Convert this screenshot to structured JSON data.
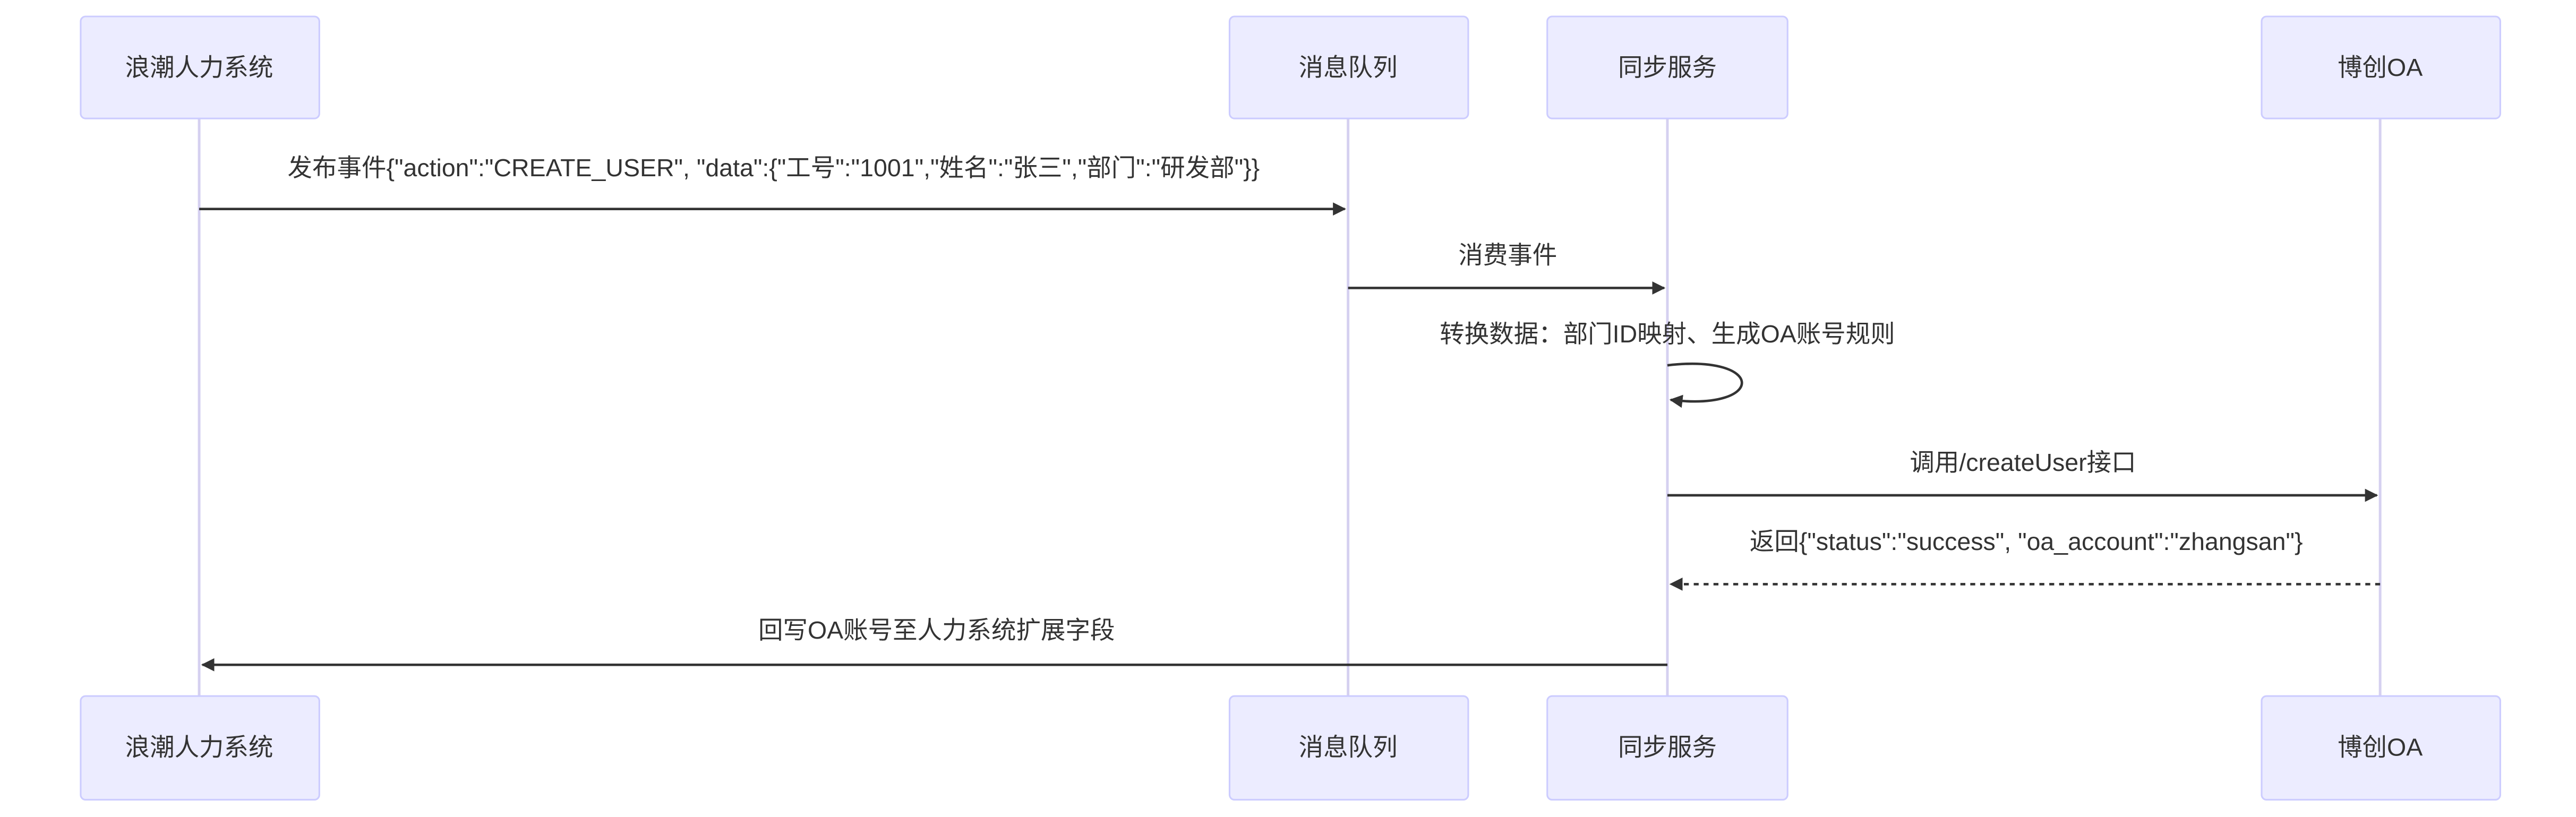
{
  "actors": [
    {
      "id": "hr",
      "label": "浪潮人力系统"
    },
    {
      "id": "mq",
      "label": "消息队列"
    },
    {
      "id": "sync",
      "label": "同步服务"
    },
    {
      "id": "oa",
      "label": "博创OA"
    }
  ],
  "messages": [
    {
      "from": "hr",
      "to": "mq",
      "style": "solid",
      "label": "发布事件{\"action\":\"CREATE_USER\", \"data\":{\"工号\":\"1001\",\"姓名\":\"张三\",\"部门\":\"研发部\"}}"
    },
    {
      "from": "mq",
      "to": "sync",
      "style": "solid",
      "label": "消费事件"
    },
    {
      "from": "sync",
      "to": "sync",
      "style": "solid",
      "label": "转换数据：部门ID映射、生成OA账号规则"
    },
    {
      "from": "sync",
      "to": "oa",
      "style": "solid",
      "label": "调用/createUser接口"
    },
    {
      "from": "oa",
      "to": "sync",
      "style": "dashed",
      "label": "返回{\"status\":\"success\", \"oa_account\":\"zhangsan\"}"
    },
    {
      "from": "sync",
      "to": "hr",
      "style": "solid",
      "label": "回写OA账号至人力系统扩展字段"
    }
  ]
}
